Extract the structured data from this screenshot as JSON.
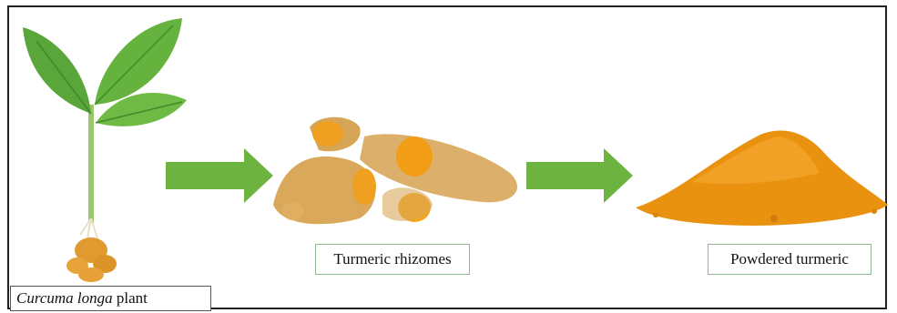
{
  "stages": [
    {
      "id": "plant",
      "label_italic": "Curcuma longa",
      "label_rest": " plant",
      "icon": "plant-icon"
    },
    {
      "id": "rhizomes",
      "label": "Turmeric rhizomes",
      "icon": "rhizome-icon"
    },
    {
      "id": "powder",
      "label": "Powdered turmeric",
      "icon": "powder-icon"
    }
  ],
  "arrows": {
    "color": "#6db33f",
    "count": 2,
    "icon": "right-arrow-icon"
  },
  "colors": {
    "leaf": "#5aa63a",
    "turmeric_skin": "#d9a85a",
    "turmeric_flesh": "#f0a020",
    "powder": "#e8920f"
  }
}
